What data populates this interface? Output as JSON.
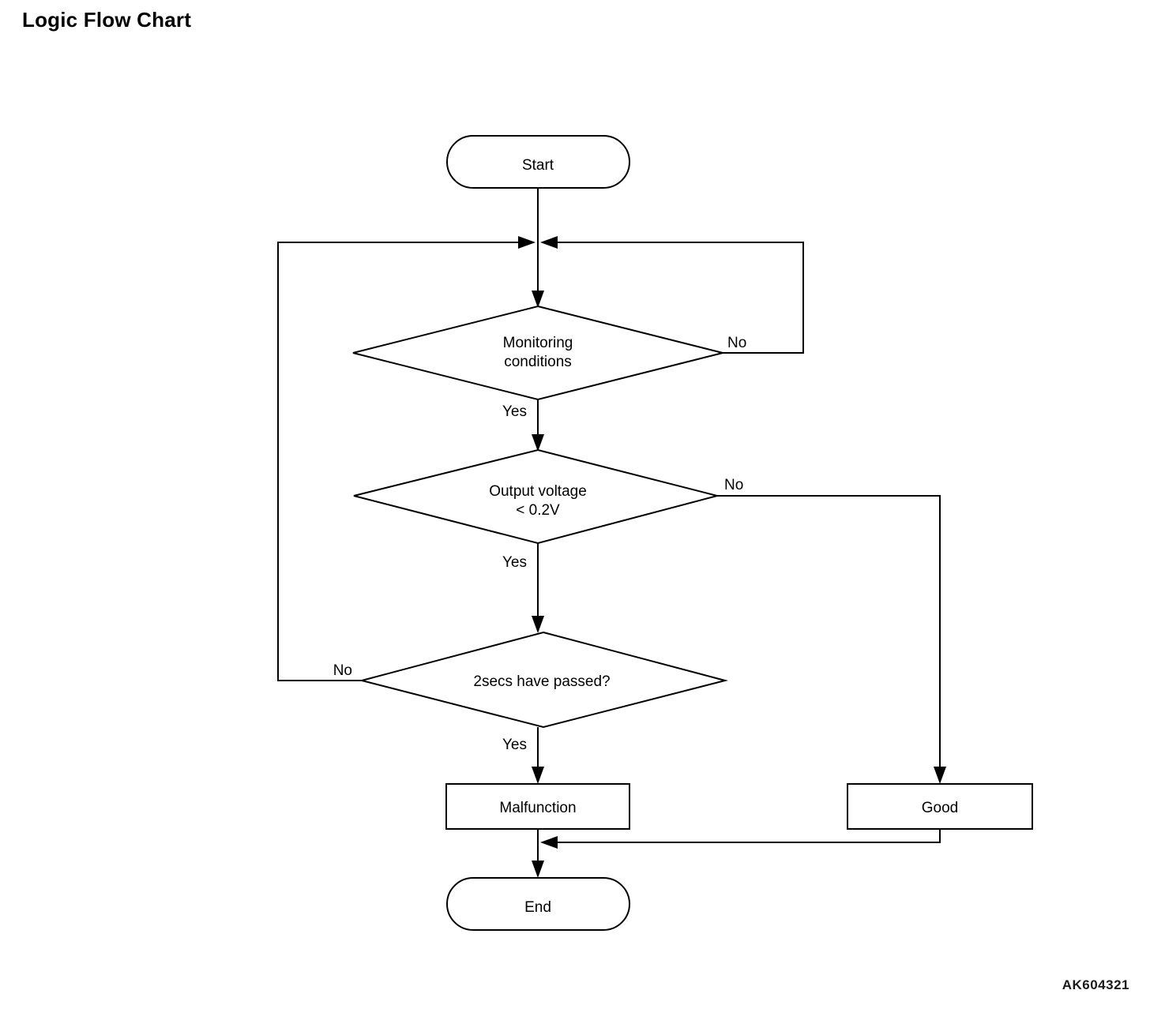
{
  "page": {
    "title": "Logic Flow Chart",
    "figure_code": "AK604321",
    "background_color": "#ffffff",
    "line_color": "#000000",
    "text_color": "#000000"
  },
  "chart_data": {
    "type": "diagram",
    "diagram_kind": "flowchart",
    "title": "Logic Flow Chart",
    "nodes": [
      {
        "id": "start",
        "shape": "terminator",
        "label": "Start"
      },
      {
        "id": "monitoring",
        "shape": "decision",
        "label": "Monitoring\nconditions",
        "label_line1": "Monitoring",
        "label_line2": "conditions"
      },
      {
        "id": "voltage",
        "shape": "decision",
        "label": "Output voltage\n< 0.2V",
        "label_line1": "Output voltage",
        "label_line2": "< 0.2V"
      },
      {
        "id": "timer",
        "shape": "decision",
        "label": "2secs have passed?"
      },
      {
        "id": "malfunction",
        "shape": "process",
        "label": "Malfunction"
      },
      {
        "id": "good",
        "shape": "process",
        "label": "Good"
      },
      {
        "id": "end",
        "shape": "terminator",
        "label": "End"
      }
    ],
    "edges": [
      {
        "from": "start",
        "to": "monitoring",
        "label": ""
      },
      {
        "from": "monitoring",
        "to": "voltage",
        "label": "Yes"
      },
      {
        "from": "monitoring",
        "to": "monitoring",
        "label": "No"
      },
      {
        "from": "voltage",
        "to": "timer",
        "label": "Yes"
      },
      {
        "from": "voltage",
        "to": "good",
        "label": "No"
      },
      {
        "from": "timer",
        "to": "malfunction",
        "label": "Yes"
      },
      {
        "from": "timer",
        "to": "monitoring",
        "label": "No"
      },
      {
        "from": "malfunction",
        "to": "end",
        "label": ""
      },
      {
        "from": "good",
        "to": "end",
        "label": ""
      }
    ],
    "edge_labels": {
      "monitoring_yes": "Yes",
      "monitoring_no": "No",
      "voltage_yes": "Yes",
      "voltage_no": "No",
      "timer_yes": "Yes",
      "timer_no": "No"
    }
  }
}
